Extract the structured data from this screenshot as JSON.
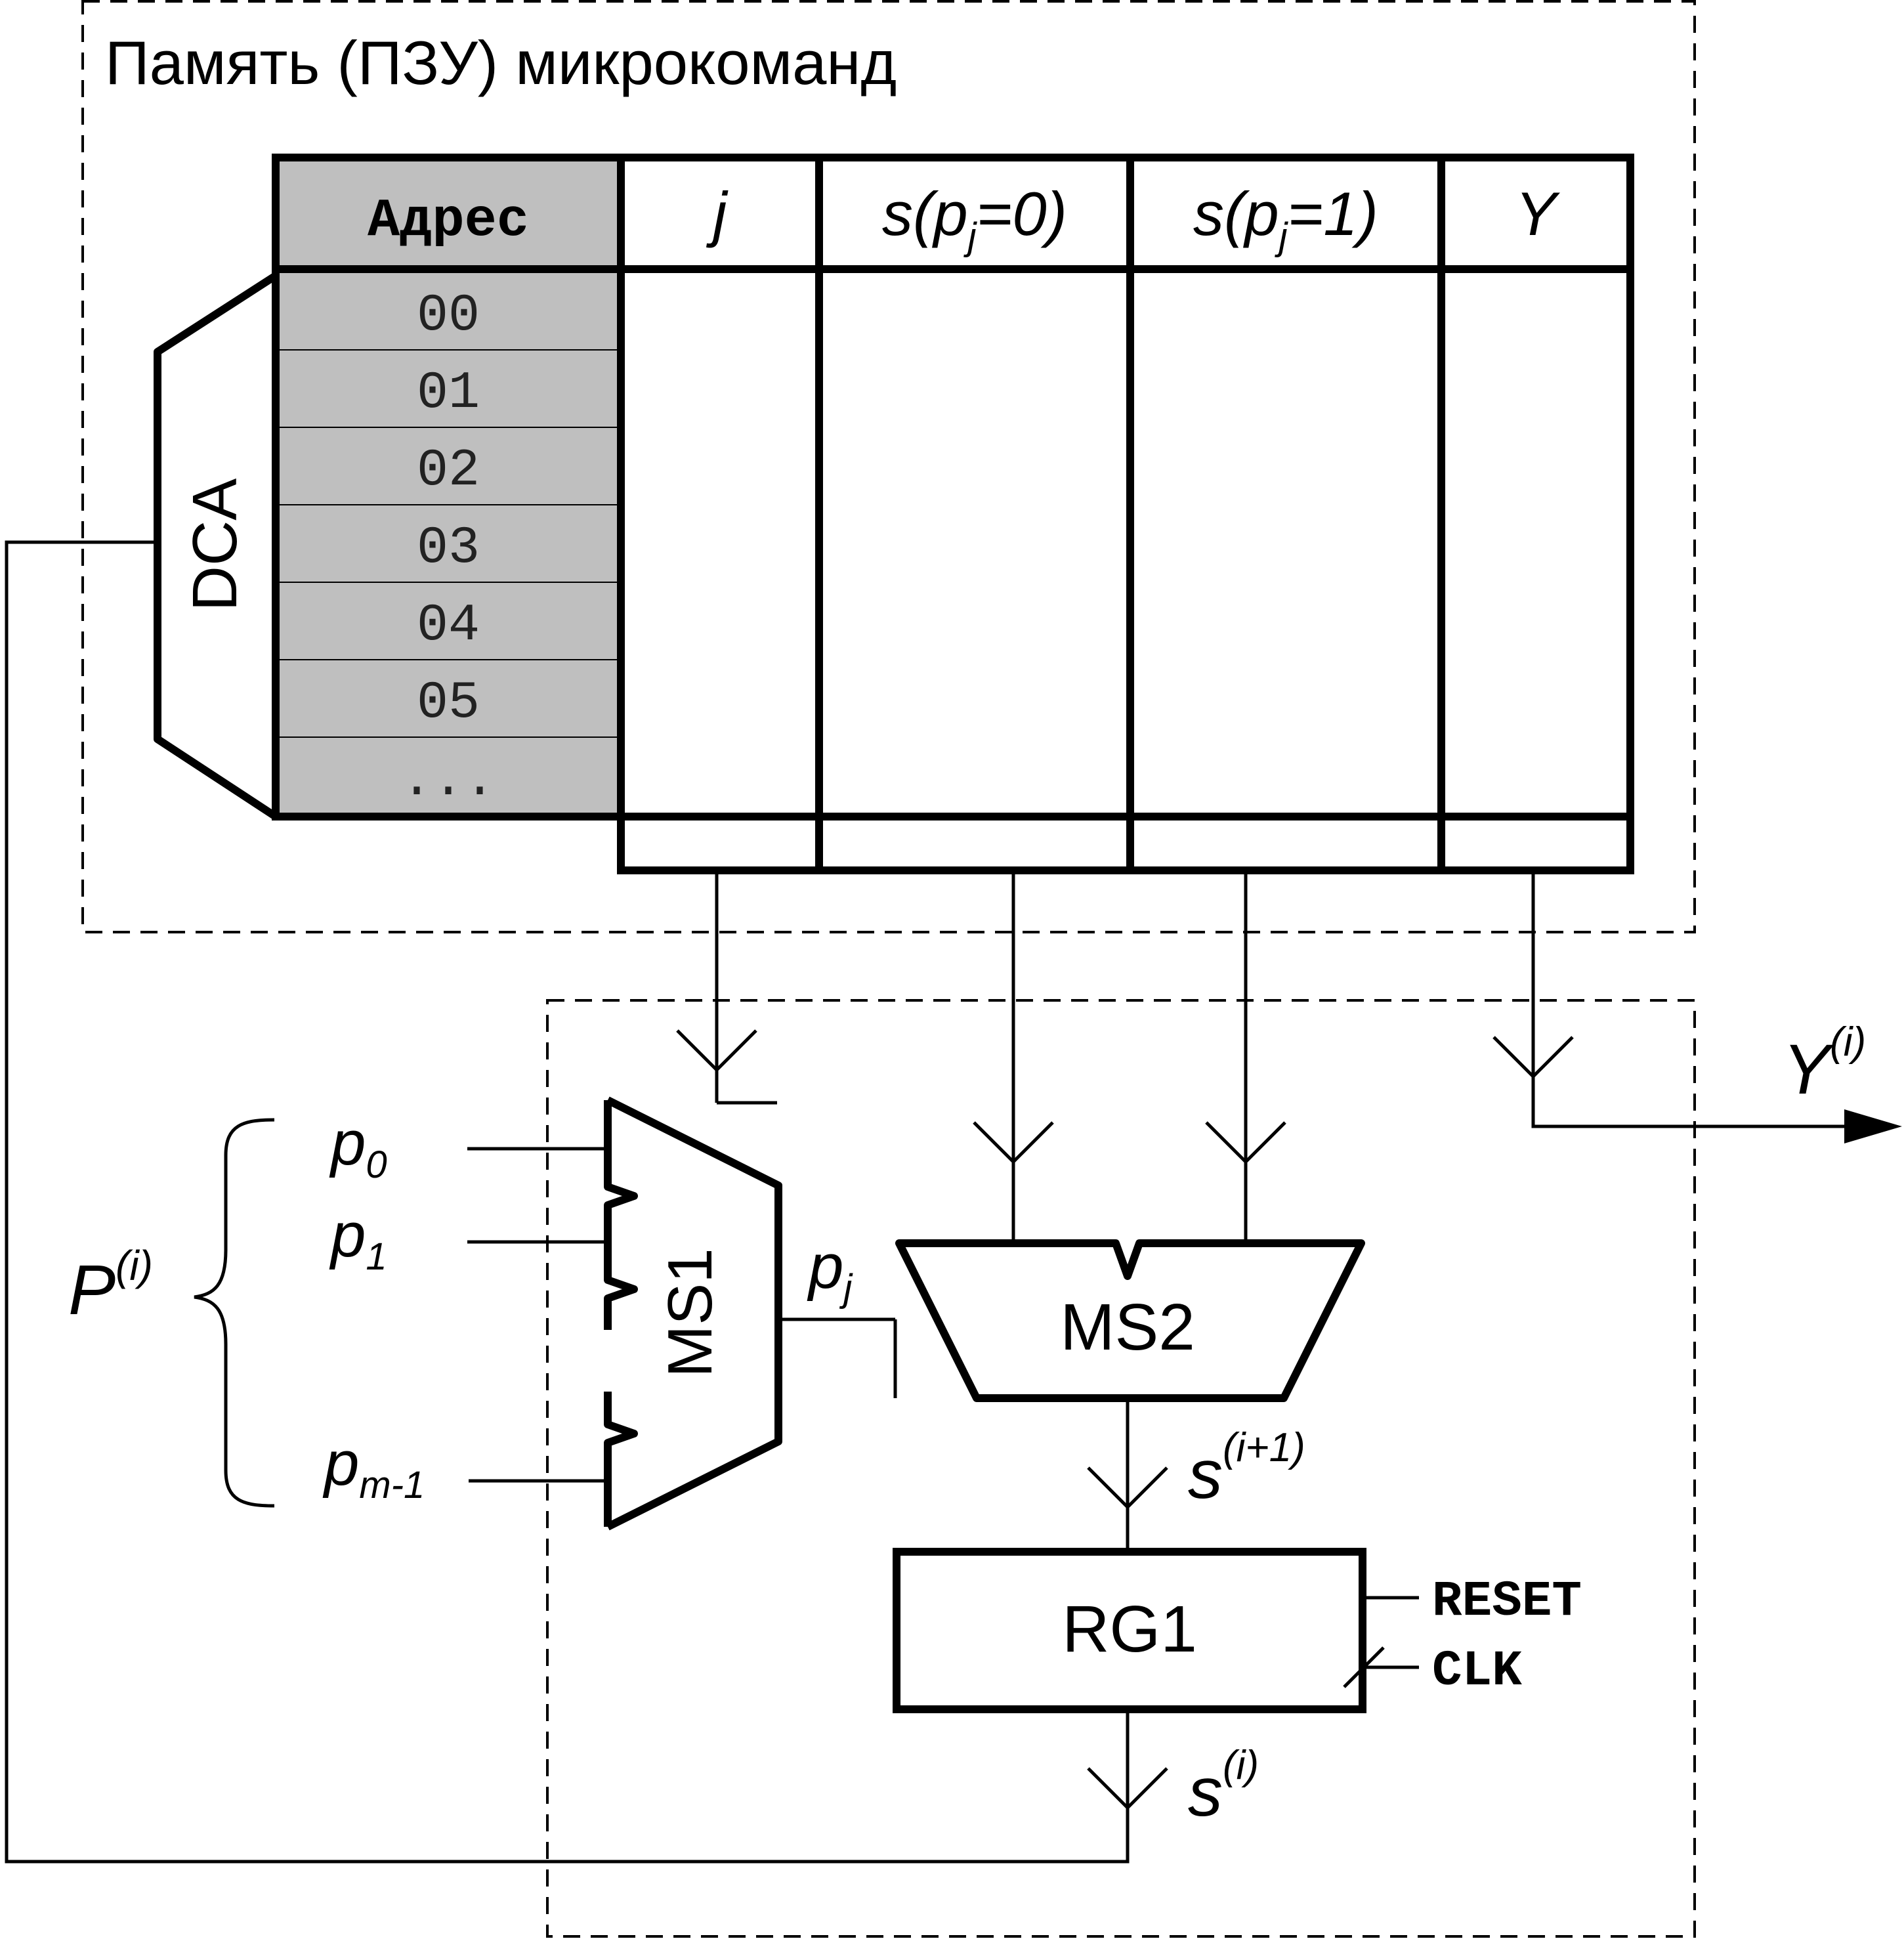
{
  "memory": {
    "title": "Память (ПЗУ) микрокоманд",
    "decoder_label": "DCA",
    "columns": {
      "address": "Адрес",
      "j": "j",
      "s0_prefix": "s(p",
      "s0_sub": "j",
      "s0_suffix": "=0)",
      "s1_prefix": "s(p",
      "s1_sub": "j",
      "s1_suffix": "=1)",
      "y": "Y"
    },
    "addresses": [
      "00",
      "01",
      "02",
      "03",
      "04",
      "05",
      "..."
    ]
  },
  "logic": {
    "ms1_label": "MS1",
    "ms2_label": "MS2",
    "rg1_label": "RG1",
    "reset_label": "RESET",
    "clk_label": "CLK",
    "inputs": [
      {
        "base": "p",
        "sub": "0"
      },
      {
        "base": "p",
        "sub": "1"
      },
      {
        "base": "p",
        "sub": "m-1"
      }
    ],
    "p_group": {
      "base": "P",
      "sup": "(i)"
    },
    "pj": {
      "base": "p",
      "sub": "j"
    },
    "next_state": {
      "base": "s",
      "sup": "(i+1)"
    },
    "state": {
      "base": "s",
      "sup": "(i)"
    },
    "output": {
      "base": "Y",
      "sup": "(i)"
    }
  }
}
